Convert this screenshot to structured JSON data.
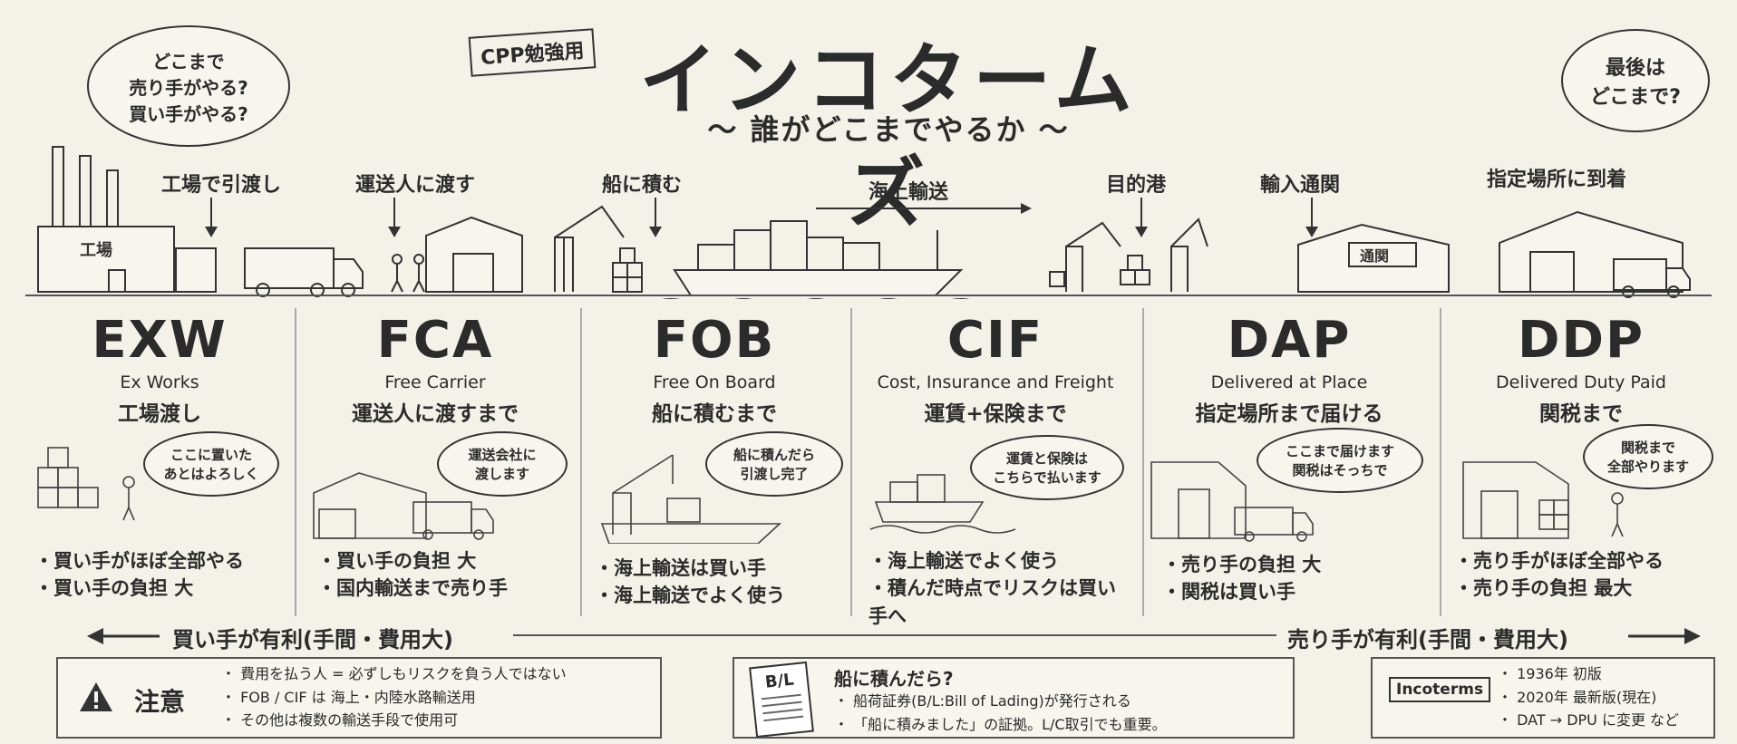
{
  "header": {
    "tag": "CPP勉強用",
    "title": "インコタームズ",
    "subtitle": "〜 誰がどこまでやるか 〜"
  },
  "bubbles": {
    "top_left": "どこまで\n売り手がやる?\n買い手がやる?",
    "top_right": "最後は\nどこまで?"
  },
  "steps": [
    {
      "label": "工場で引渡し"
    },
    {
      "label": "運送人に渡す"
    },
    {
      "label": "船に積む"
    },
    {
      "label": "海上輸送"
    },
    {
      "label": "目的港"
    },
    {
      "label": "輸入通関"
    },
    {
      "label": "指定場所に到着"
    }
  ],
  "scene_labels": {
    "factory": "工場",
    "customs": "通関"
  },
  "terms": [
    {
      "code": "EXW",
      "english": "Ex Works",
      "japanese": "工場渡し",
      "bubble": "ここに置いた\nあとはよろしく",
      "bullets": [
        "買い手がほぼ全部やる",
        "買い手の負担 大"
      ]
    },
    {
      "code": "FCA",
      "english": "Free Carrier",
      "japanese": "運送人に渡すまで",
      "bubble": "運送会社に\n渡します",
      "bullets": [
        "買い手の負担 大",
        "国内輸送まで売り手"
      ]
    },
    {
      "code": "FOB",
      "english": "Free On Board",
      "japanese": "船に積むまで",
      "bubble": "船に積んだら\n引渡し完了",
      "bullets": [
        "海上輸送は買い手",
        "海上輸送でよく使う"
      ]
    },
    {
      "code": "CIF",
      "english": "Cost, Insurance and Freight",
      "japanese": "運賃+保険まで",
      "bubble": "運賃と保険は\nこちらで払います",
      "bullets": [
        "海上輸送でよく使う",
        "積んだ時点でリスクは買い手へ"
      ]
    },
    {
      "code": "DAP",
      "english": "Delivered at Place",
      "japanese": "指定場所まで届ける",
      "bubble": "ここまで届けます\n関税はそっちで",
      "bullets": [
        "売り手の負担 大",
        "関税は買い手"
      ]
    },
    {
      "code": "DDP",
      "english": "Delivered Duty Paid",
      "japanese": "関税まで",
      "bubble": "関税まで\n全部やります",
      "bullets": [
        "売り手がほぼ全部やる",
        "売り手の負担 最大"
      ]
    }
  ],
  "scale": {
    "left": "買い手が有利(手間・費用大)",
    "right": "売り手が有利(手間・費用大)"
  },
  "notes": {
    "caution": {
      "icon": "warning-icon",
      "title": "注意",
      "items": [
        "費用を払う人 = 必ずしもリスクを負う人ではない",
        "FOB / CIF は 海上・内陸水路輸送用",
        "その他は複数の輸送手段で使用可"
      ]
    },
    "bl": {
      "icon_label": "B/L",
      "title": "船に積んだら?",
      "items": [
        "船荷証券(B/L:Bill of Lading)が発行される",
        "「船に積みました」の証拠。L/C取引でも重要。"
      ]
    },
    "incoterms": {
      "label": "Incoterms",
      "items": [
        "1936年 初版",
        "2020年 最新版(現在)",
        "DAT → DPU に変更 など"
      ]
    }
  }
}
